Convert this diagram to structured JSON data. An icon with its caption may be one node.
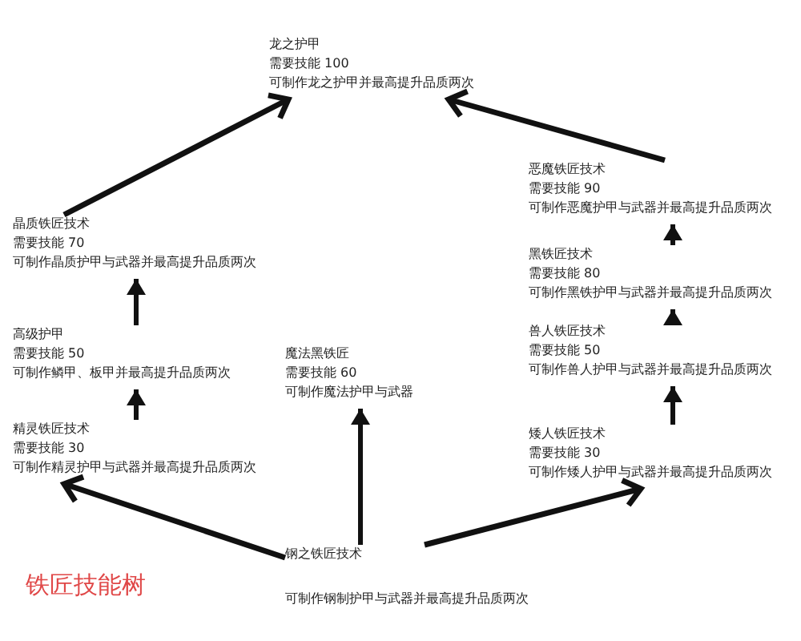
{
  "diagram": {
    "nodes": [
      {
        "text": [
          "龙之护甲",
          "需要技能 100",
          "可制作龙之护甲并最高提升品质两次"
        ]
      },
      {
        "text": [
          "晶质铁匠技术",
          "需要技能 70",
          "可制作晶质护甲与武器并最高提升品质两次"
        ]
      },
      {
        "text": [
          "恶魔铁匠技术",
          "需要技能 90",
          "可制作恶魔护甲与武器并最高提升品质两次"
        ]
      },
      {
        "text": [
          "黑铁匠技术",
          "需要技能 80",
          "可制作黑铁护甲与武器并最高提升品质两次"
        ]
      },
      {
        "text": [
          "高级护甲",
          "需要技能 50",
          "可制作鳞甲、板甲并最高提升品质两次"
        ]
      },
      {
        "text": [
          "魔法黑铁匠",
          "需要技能 60",
          "可制作魔法护甲与武器"
        ]
      },
      {
        "text": [
          "兽人铁匠技术",
          "需要技能 50",
          "可制作兽人护甲与武器并最高提升品质两次"
        ]
      },
      {
        "text": [
          "精灵铁匠技术",
          "需要技能 30",
          "可制作精灵护甲与武器并最高提升品质两次"
        ]
      },
      {
        "text": [
          "矮人铁匠技术",
          "需要技能 30",
          "可制作矮人护甲与武器并最高提升品质两次"
        ]
      },
      {
        "text": [
          "钢之铁匠技术",
          "可制作钢制护甲与武器并最高提升品质两次"
        ]
      }
    ],
    "edges": [
      {
        "from": 9,
        "to": 7,
        "arrow": "to"
      },
      {
        "from": 9,
        "to": 5,
        "arrow": "to"
      },
      {
        "from": 9,
        "to": 8,
        "arrow": "to"
      },
      {
        "from": 7,
        "to": 4,
        "arrow": "to"
      },
      {
        "from": 4,
        "to": 1,
        "arrow": "to"
      },
      {
        "from": 1,
        "to": 0,
        "arrow": "to"
      },
      {
        "from": 8,
        "to": 6,
        "arrow": "to"
      },
      {
        "from": 6,
        "to": 3,
        "arrow": "to"
      },
      {
        "from": 3,
        "to": 2,
        "arrow": "to"
      },
      {
        "from": 2,
        "to": 0,
        "arrow": "to"
      }
    ],
    "labels": [
      "铁匠技能树"
    ]
  }
}
